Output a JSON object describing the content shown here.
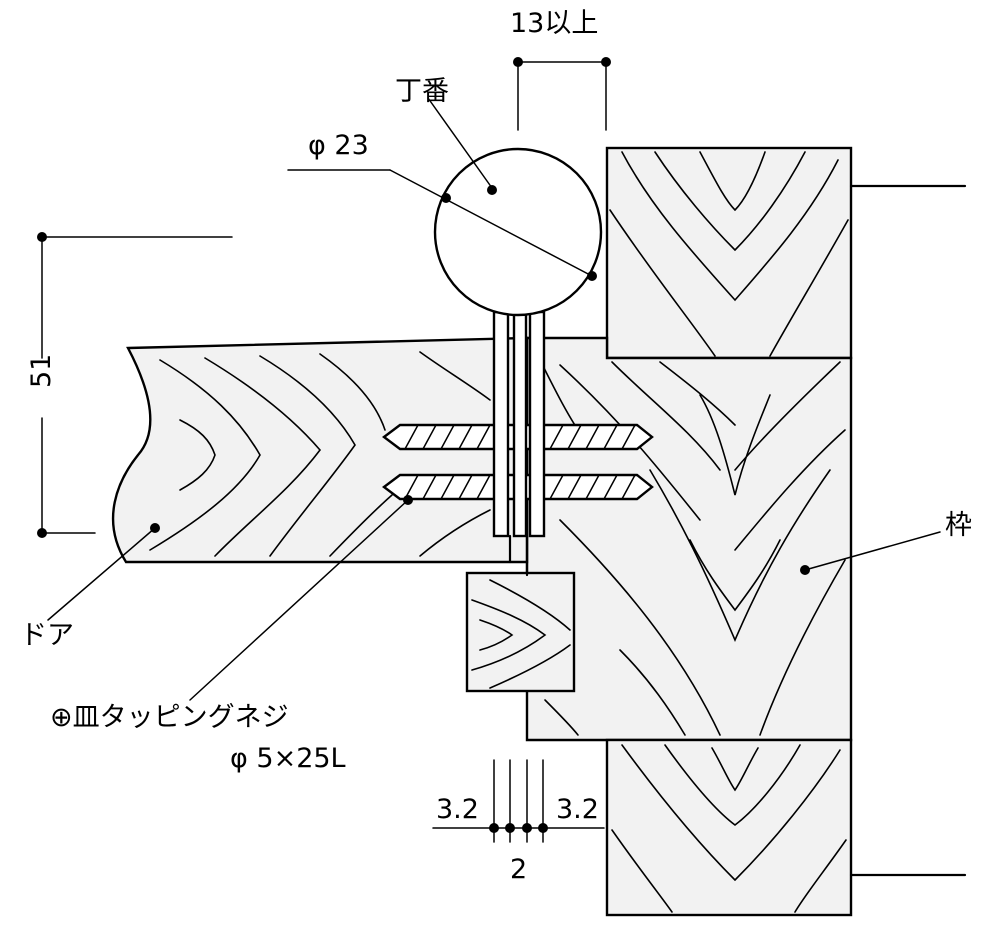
{
  "labels": {
    "hinge": "丁番",
    "hinge_diameter": "φ 23",
    "min_clearance": "13以上",
    "door_thickness": "51",
    "door": "ドア",
    "frame": "枠",
    "screw_name": "⊕皿タッピングネジ",
    "screw_size": "φ 5×25L",
    "gap_left": "3.2",
    "gap_right": "3.2",
    "gap_center": "2"
  }
}
